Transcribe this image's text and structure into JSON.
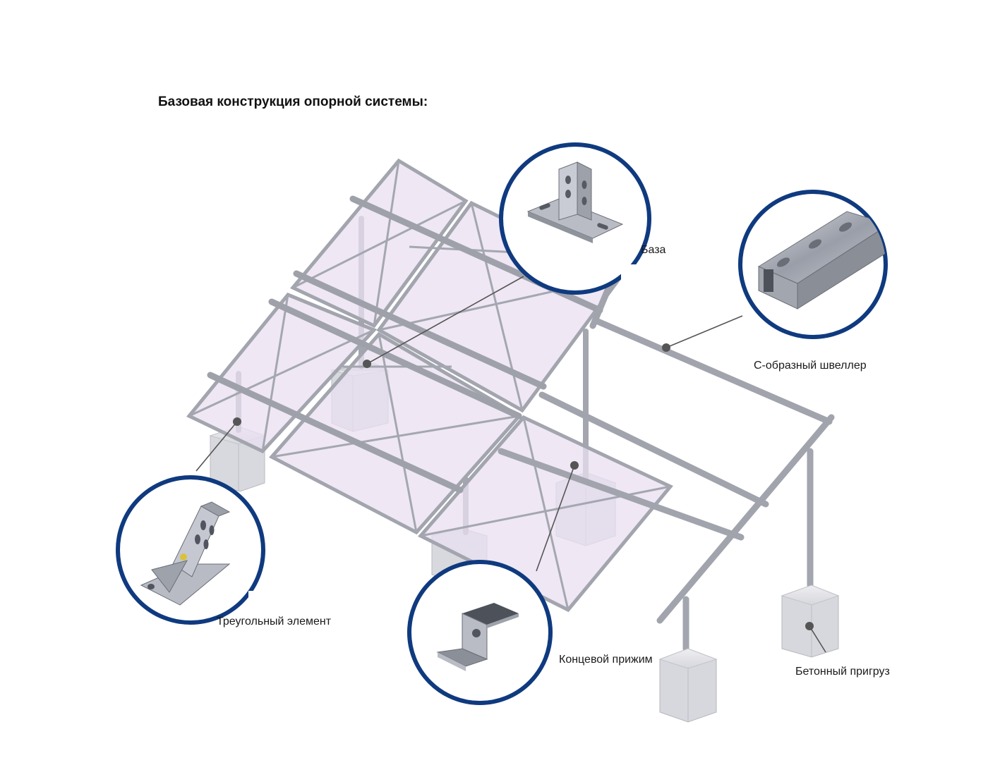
{
  "title": "Базовая конструкция опорной системы:",
  "labels": {
    "base": "База",
    "c_channel": "С-образный швеллер",
    "triangle": "Треугольный элемент",
    "end_clamp": "Концевой прижим",
    "concrete": "Бетонный пригруз"
  },
  "colors": {
    "ring": "#0f3a7f",
    "frame": "#a9abb3",
    "frame_dark": "#7d8089",
    "panel": "#e8dfee",
    "block": "#d9dadf",
    "leader": "#555555"
  }
}
